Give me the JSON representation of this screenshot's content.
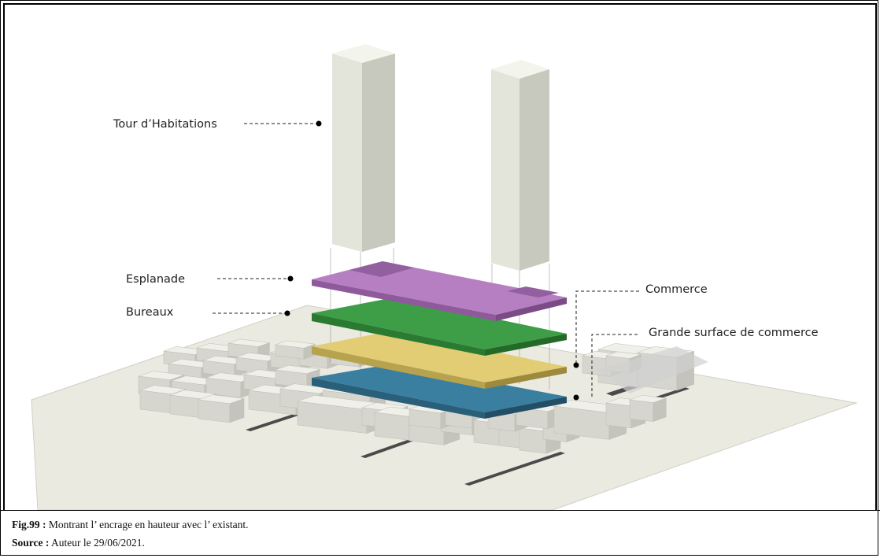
{
  "labels": {
    "tour": "Tour d’Habitations",
    "esplanade": "Esplanade",
    "bureaux": "Bureaux",
    "commerce": "Commerce",
    "grande_surface": "Grande surface de commerce"
  },
  "caption": {
    "fig_label": "Fig.99 :",
    "fig_text": "Montrant l’ encrage en hauteur avec l’ existant.",
    "source_label": "Source :",
    "source_text": "Auteur le 29/06/2021."
  },
  "colors": {
    "ground": "#ebeae1",
    "building_top": "#f0f0ea",
    "building_left": "#d6d6cf",
    "building_right": "#c4c4bc",
    "tower_front": "#e5e6dc",
    "tower_side": "#c9cbc0",
    "esplanade": "#b57fc1",
    "bureaux": "#3a9a43",
    "commerce": "#d9c46a",
    "grande_surface": "#2e6f8c"
  }
}
